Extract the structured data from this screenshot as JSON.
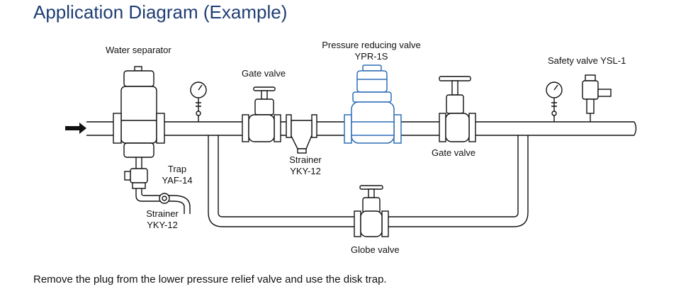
{
  "title": "Application Diagram (Example)",
  "components": {
    "water_separator": "Water separator",
    "pressure_reducing_valve": {
      "name": "Pressure reducing valve",
      "model": "YPR-1S"
    },
    "safety_valve": "Safety valve YSL-1",
    "gate_valve_1": "Gate valve",
    "gate_valve_2": "Gate valve",
    "strainer_main": {
      "name": "Strainer",
      "model": "YKY-12"
    },
    "trap": {
      "name": "Trap",
      "model": "YAF-14"
    },
    "strainer_trap": {
      "name": "Strainer",
      "model": "YKY-12"
    },
    "globe_valve": "Globe valve"
  },
  "footer": "Remove the plug from the lower pressure relief valve and use the disk trap.",
  "colors": {
    "title": "#1f3e73",
    "reducing_valve": "#2d6fb7",
    "line": "#111111"
  }
}
